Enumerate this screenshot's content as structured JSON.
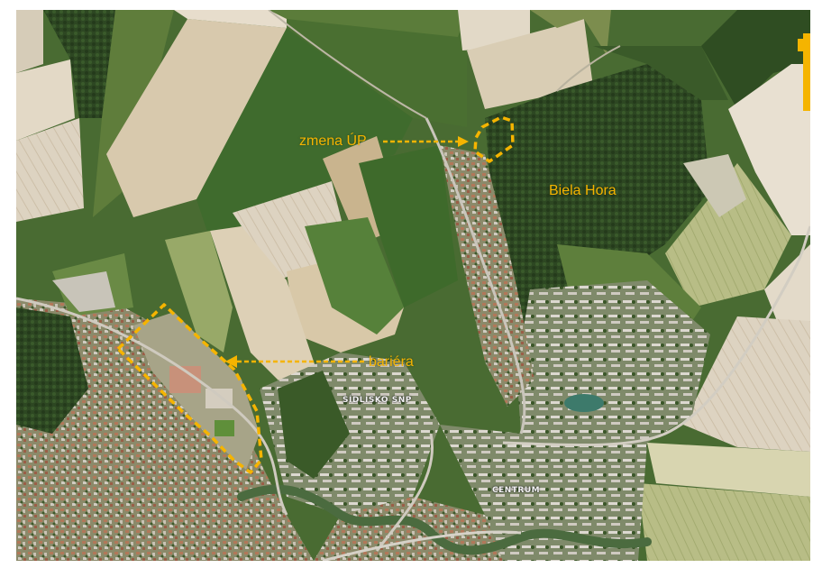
{
  "map": {
    "annotations": {
      "change_label": "zmena ÚP",
      "barrier_label": "bariéra",
      "hill_label": "Biela Hora"
    },
    "place_names": {
      "snp": "SÍDLISKO SNP",
      "center": "CENTRUM"
    },
    "colors": {
      "annotation": "#f5b400",
      "forest": "#2f4a22",
      "field_light": "#d9cfbd",
      "grass": "#6e8a45",
      "road": "#c9c5bb",
      "river": "#5b7a4e"
    }
  }
}
